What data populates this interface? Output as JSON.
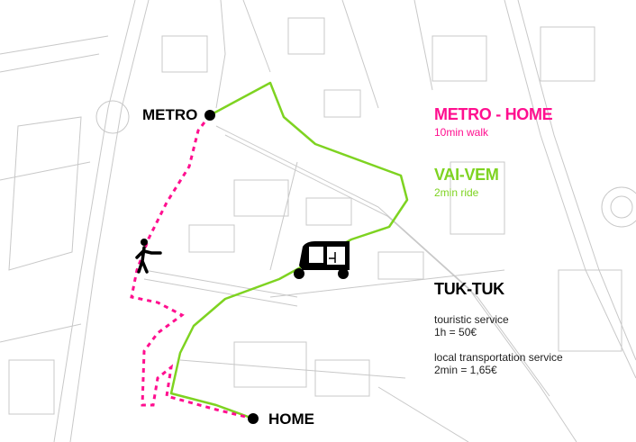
{
  "places": {
    "metro": "METRO",
    "home": "HOME"
  },
  "legend": {
    "walk": {
      "title": "METRO - HOME",
      "detail": "10min walk",
      "color": "#ff0f8f"
    },
    "vaivem": {
      "title": "VAI-VEM",
      "detail": "2min ride",
      "color": "#7ed321"
    },
    "tuktuk": {
      "title": "TUK-TUK",
      "services": [
        {
          "name": "touristic service",
          "price": "1h = 50€"
        },
        {
          "name": "local transportation service",
          "price": "2min = 1,65€"
        }
      ]
    }
  },
  "icons": [
    "walking-person-icon",
    "tuk-tuk-icon",
    "station-marker-icon"
  ]
}
